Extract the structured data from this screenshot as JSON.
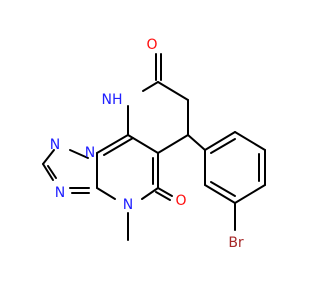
{
  "structure": {
    "colors": {
      "bond": "#000000",
      "N": "#2020ff",
      "O": "#ff0d0d",
      "Br": "#a62929"
    },
    "atoms": [
      {
        "text": "O",
        "element": "O"
      },
      {
        "text": "NH",
        "element": "N"
      },
      {
        "text": "N",
        "element": "N"
      },
      {
        "text": "N",
        "element": "N"
      },
      {
        "text": "N",
        "element": "N"
      },
      {
        "text": "N",
        "element": "N"
      },
      {
        "text": "O",
        "element": "O"
      },
      {
        "text": "Br",
        "element": "Br"
      }
    ]
  }
}
